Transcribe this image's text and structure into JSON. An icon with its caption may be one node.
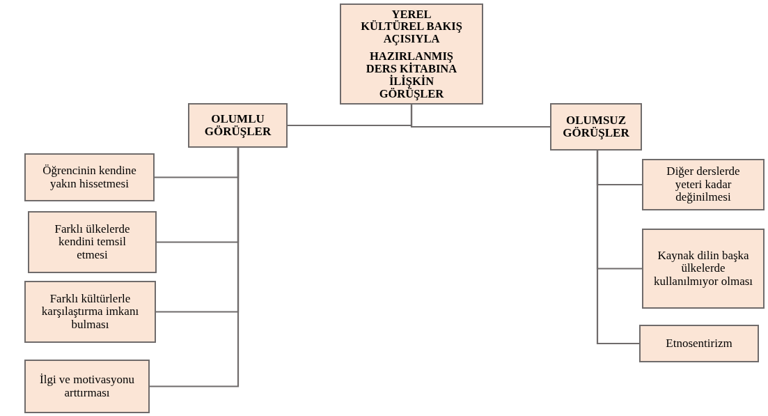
{
  "diagram": {
    "nodes": [
      {
        "text": [
          "YEREL KÜLTÜREL BAKIŞ AÇISIYLA",
          "HAZIRLANMIŞ DERS KİTABINA İLİŞKİN GÖRÜŞLER"
        ]
      },
      {
        "text": [
          "OLUMLU GÖRÜŞLER"
        ]
      },
      {
        "text": [
          "OLUMSUZ GÖRÜŞLER"
        ]
      },
      {
        "text": [
          "Öğrencinin kendine yakın hissetmesi"
        ]
      },
      {
        "text": [
          "Farklı ülkelerde kendini temsil etmesi"
        ]
      },
      {
        "text": [
          "Farklı kültürlerle karşılaştırma imkanı bulması"
        ]
      },
      {
        "text": [
          "İlgi ve motivasyonu arttırması"
        ]
      },
      {
        "text": [
          "Diğer derslerde yeteri kadar değinilmesi"
        ]
      },
      {
        "text": [
          "Kaynak dilin başka ülkelerde kullanılmıyor olması"
        ]
      },
      {
        "text": [
          "Etnosentirizm"
        ]
      }
    ],
    "edges": [
      {
        "from": 0,
        "to": 1,
        "arrow": "none"
      },
      {
        "from": 0,
        "to": 2,
        "arrow": "none"
      },
      {
        "from": 1,
        "to": 3,
        "arrow": "none"
      },
      {
        "from": 1,
        "to": 4,
        "arrow": "none"
      },
      {
        "from": 1,
        "to": 5,
        "arrow": "none"
      },
      {
        "from": 1,
        "to": 6,
        "arrow": "none"
      },
      {
        "from": 2,
        "to": 7,
        "arrow": "none"
      },
      {
        "from": 2,
        "to": 8,
        "arrow": "none"
      },
      {
        "from": 2,
        "to": 9,
        "arrow": "none"
      }
    ]
  }
}
